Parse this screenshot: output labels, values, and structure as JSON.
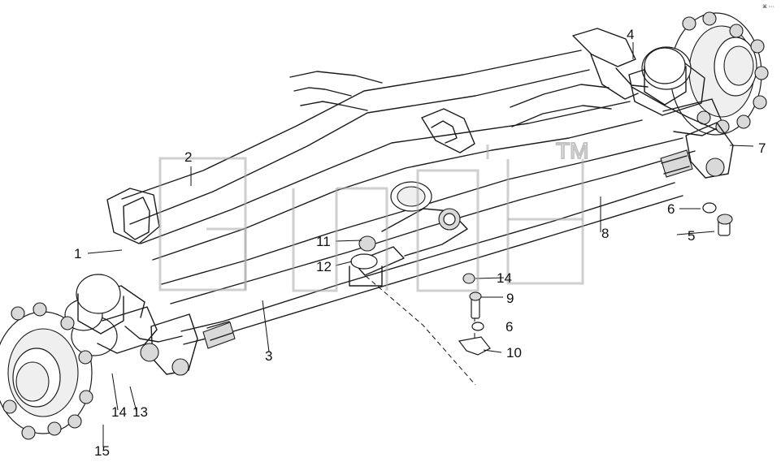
{
  "labels": {
    "l1": "1",
    "l2": "2",
    "l3": "3",
    "l4": "4",
    "l5": "5",
    "l6a": "6",
    "l6b": "6",
    "l7": "7",
    "l8": "8",
    "l9": "9",
    "l10": "10",
    "l11": "11",
    "l12": "12",
    "l13": "13",
    "l14a": "14",
    "l14b": "14",
    "l15": "15"
  },
  "watermark": {
    "trademark": "TM"
  },
  "corner_mark": "⌘ ◦◦◦"
}
